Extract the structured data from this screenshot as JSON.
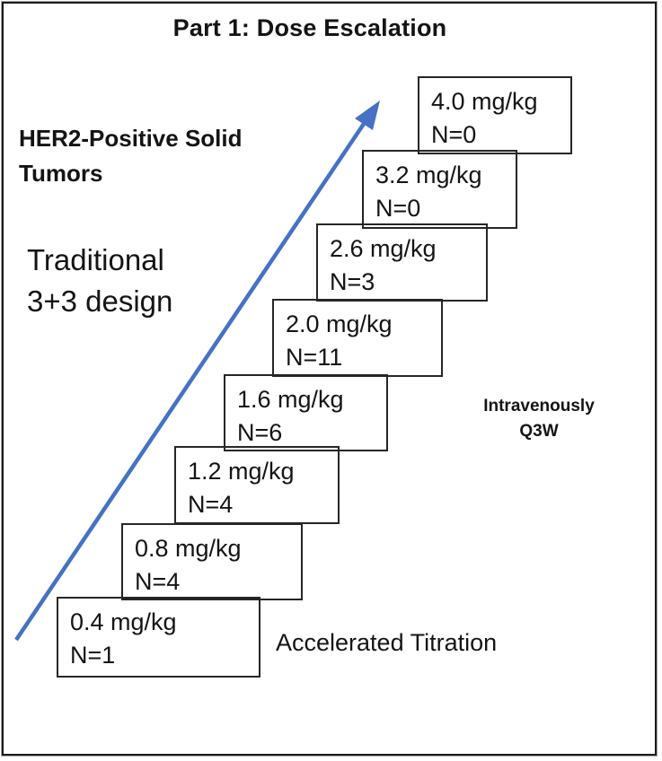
{
  "title": "Part 1: Dose Escalation",
  "population": {
    "line1": "HER2-Positive Solid",
    "line2": "Tumors"
  },
  "design": {
    "line1": "Traditional",
    "line2": "3+3 design"
  },
  "route": {
    "line1": "Intravenously",
    "line2": "Q3W"
  },
  "accelerated_label": "Accelerated Titration",
  "dose_levels": [
    {
      "dose": "0.4 mg/kg",
      "n": "N=1"
    },
    {
      "dose": "0.8 mg/kg",
      "n": "N=4"
    },
    {
      "dose": "1.2 mg/kg",
      "n": "N=4"
    },
    {
      "dose": "1.6 mg/kg",
      "n": "N=6"
    },
    {
      "dose": "2.0 mg/kg",
      "n": "N=11"
    },
    {
      "dose": "2.6 mg/kg",
      "n": "N=3"
    },
    {
      "dose": "3.2 mg/kg",
      "n": "N=0"
    },
    {
      "dose": "4.0 mg/kg",
      "n": "N=0"
    }
  ],
  "colors": {
    "arrow": "#4472C4",
    "box_border": "#262626",
    "frame_border": "#1b1b1b"
  }
}
